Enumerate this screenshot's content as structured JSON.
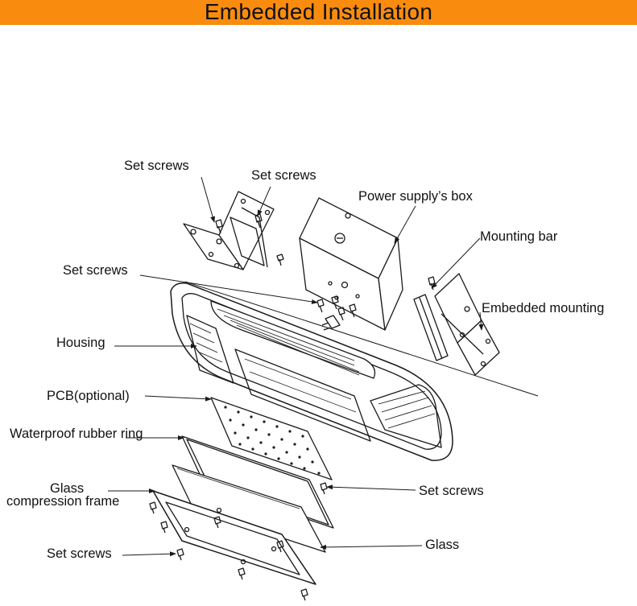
{
  "header": {
    "title": "Embedded Installation"
  },
  "colors": {
    "banner": "#f98c0f",
    "line": "#1a1a1a"
  },
  "labels": {
    "set_screws_1": "Set screws",
    "set_screws_2": "Set screws",
    "power_supply_box": "Power supply’s box",
    "mounting_bar": "Mounting bar",
    "set_screws_3": "Set screws",
    "embedded_mounting": "Embedded mounting",
    "housing": "Housing",
    "pcb": "PCB(optional)",
    "waterproof_ring": "Waterproof rubber ring",
    "set_screws_4": "Set screws",
    "glass_compression_1": "Glass",
    "glass_compression_2": "compression frame",
    "glass": "Glass",
    "set_screws_5": "Set screws"
  }
}
